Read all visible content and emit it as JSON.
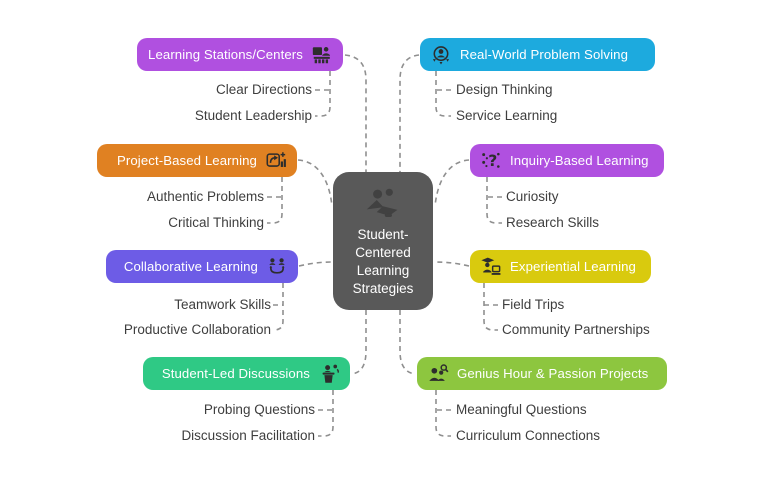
{
  "title": "Student-Centered Learning Strategies",
  "colors": {
    "center_bg": "#595959",
    "connector": "#8f8f8f",
    "icon": "#2d2d2d",
    "child_text": "#3e3e3e",
    "purple": "#b050e0",
    "cyan": "#1daade",
    "orange": "#e08122",
    "indigo": "#6d5ce6",
    "yellow": "#d9ca0e",
    "green": "#2fc985",
    "lime": "#8dc63f"
  },
  "center": {
    "label": "Student-Centered Learning Strategies",
    "icon": "students-group-icon",
    "bg": "#595959"
  },
  "branches": [
    {
      "label": "Learning Stations/Centers",
      "icon": "stations-board-icon",
      "side": "left",
      "color": "#b050e0",
      "children": [
        "Clear Directions",
        "Student Leadership"
      ]
    },
    {
      "label": "Real-World Problem Solving",
      "icon": "person-network-icon",
      "side": "right",
      "color": "#1daade",
      "children": [
        "Design Thinking",
        "Service Learning"
      ]
    },
    {
      "label": "Project-Based Learning",
      "icon": "workflow-plus-icon",
      "side": "left",
      "color": "#e08122",
      "children": [
        "Authentic Problems",
        "Critical Thinking"
      ]
    },
    {
      "label": "Inquiry-Based Learning",
      "icon": "question-molecule-icon",
      "side": "right",
      "color": "#b050e0",
      "children": [
        "Curiosity",
        "Research Skills"
      ]
    },
    {
      "label": "Collaborative Learning",
      "icon": "people-sync-icon",
      "side": "left",
      "color": "#6d5ce6",
      "children": [
        "Teamwork Skills",
        "Productive Collaboration"
      ]
    },
    {
      "label": "Experiential Learning",
      "icon": "graduate-laptop-icon",
      "side": "right",
      "color": "#d9ca0e",
      "children": [
        "Field Trips",
        "Community Partnerships"
      ]
    },
    {
      "label": "Student-Led Discussions",
      "icon": "podium-speaker-icon",
      "side": "left",
      "color": "#2fc985",
      "children": [
        "Probing Questions",
        "Discussion Facilitation"
      ]
    },
    {
      "label": "Genius Hour & Passion Projects",
      "icon": "people-search-icon",
      "side": "right",
      "color": "#8dc63f",
      "children": [
        "Meaningful Questions",
        "Curriculum Connections"
      ]
    }
  ]
}
